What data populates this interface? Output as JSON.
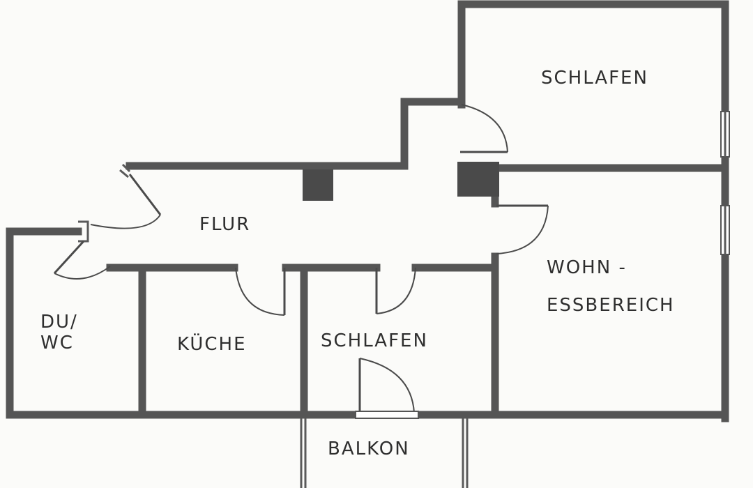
{
  "plan": {
    "rooms": {
      "schlafen_top": "SCHLAFEN",
      "flur": "FLUR",
      "wohn_line1": "WOHN -",
      "wohn_line2": "ESSBEREICH",
      "du_line1": "DU/",
      "du_line2": "WC",
      "kueche": "KÜCHE",
      "schlafen_bottom": "SCHLAFEN",
      "balkon": "BALKON"
    },
    "colors": {
      "wall": "#555555",
      "chimney": "#4a4a4a",
      "paper": "#fbfbf9"
    }
  }
}
